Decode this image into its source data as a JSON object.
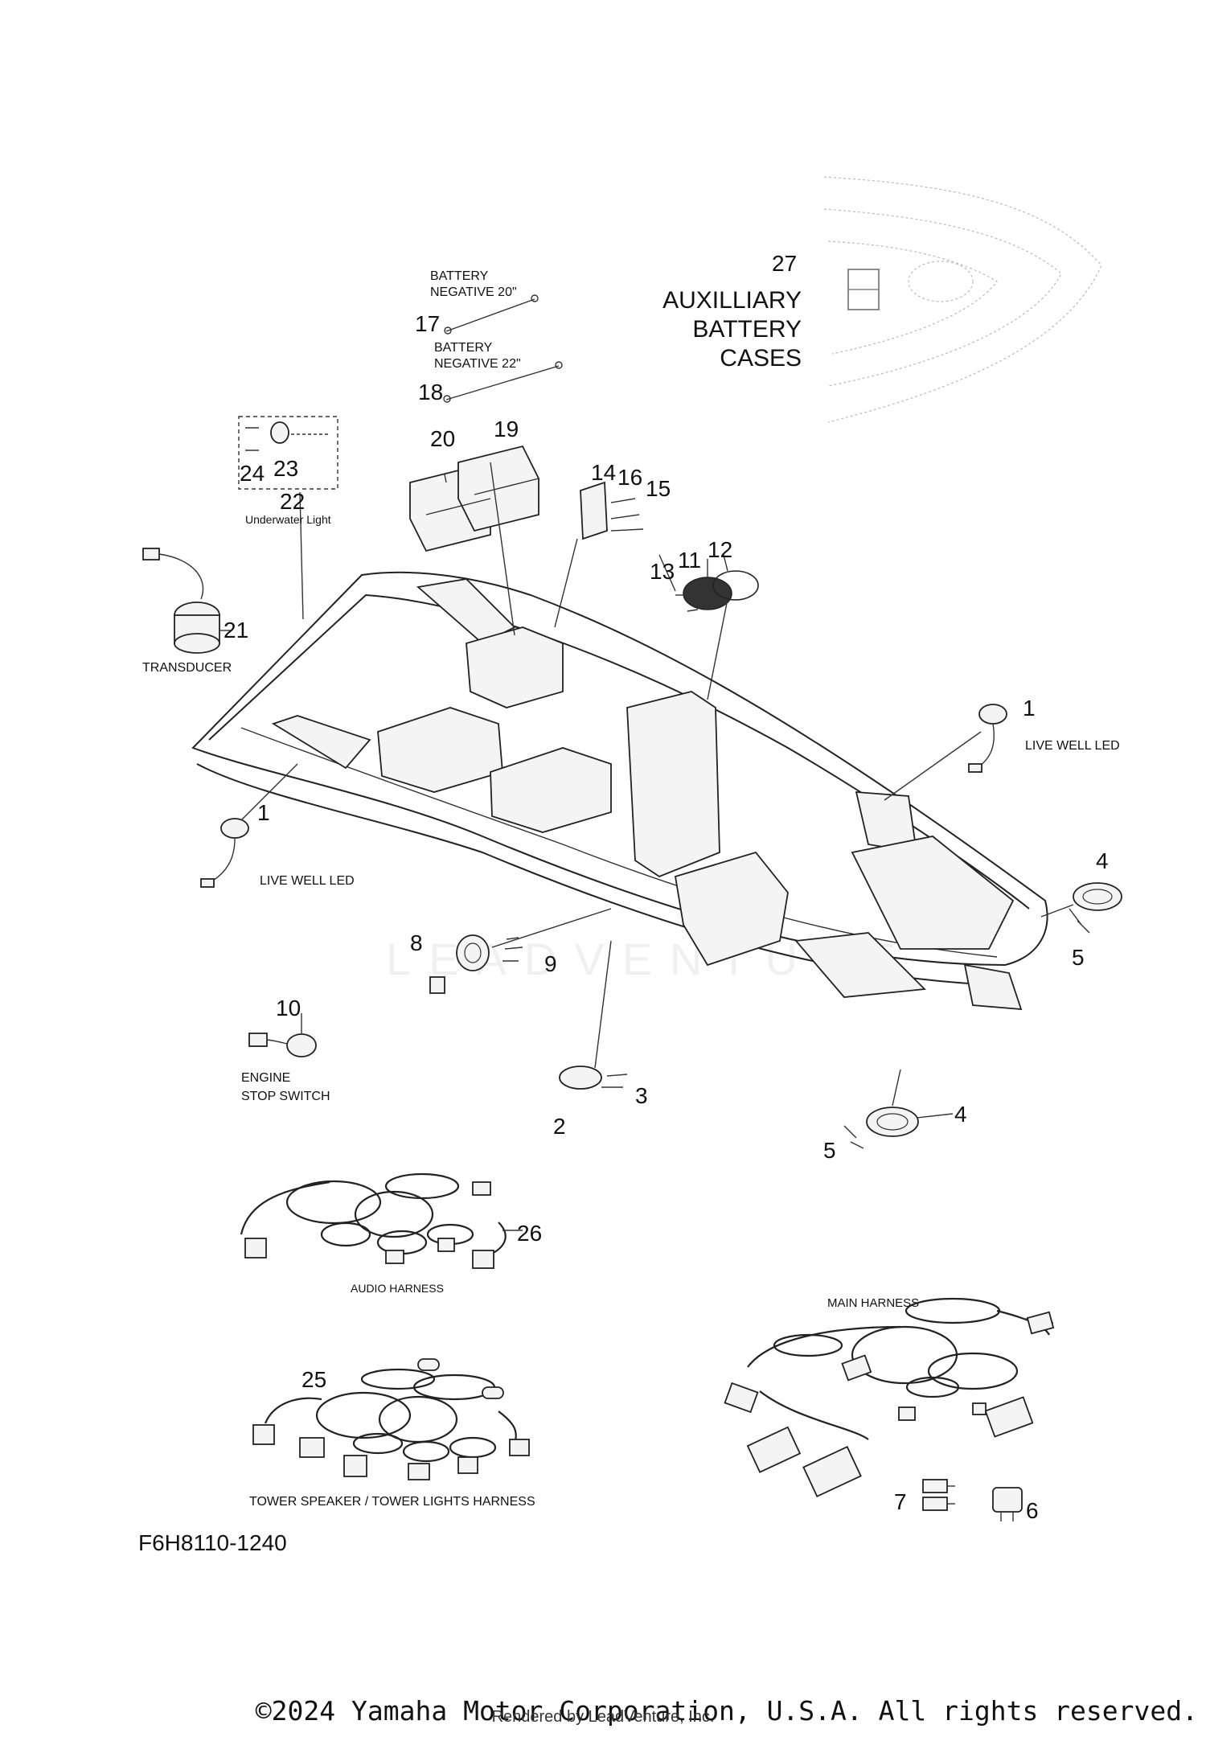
{
  "callouts": {
    "n1a": "1",
    "n1b": "1",
    "n2": "2",
    "n3": "3",
    "n4a": "4",
    "n4b": "4",
    "n5a": "5",
    "n5b": "5",
    "n6": "6",
    "n7": "7",
    "n8": "8",
    "n9": "9",
    "n10": "10",
    "n11": "11",
    "n12": "12",
    "n13": "13",
    "n14": "14",
    "n15": "15",
    "n16": "16",
    "n17": "17",
    "n18": "18",
    "n19": "19",
    "n20": "20",
    "n21": "21",
    "n22": "22",
    "n23": "23",
    "n24": "24",
    "n25": "25",
    "n26": "26",
    "n27": "27"
  },
  "labels": {
    "battery_neg_20_l1": "BATTERY",
    "battery_neg_20_l2": "NEGATIVE 20\"",
    "battery_neg_22_l1": "BATTERY",
    "battery_neg_22_l2": "NEGATIVE 22\"",
    "aux_l1": "AUXILLIARY",
    "aux_l2": "BATTERY",
    "aux_l3": "CASES",
    "underwater_light": "Underwater Light",
    "transducer": "TRANSDUCER",
    "live_well_led_right": "LIVE WELL LED",
    "live_well_led_left": "LIVE WELL LED",
    "engine_l1": "ENGINE",
    "engine_l2": "STOP SWITCH",
    "audio_harness": "AUDIO  HARNESS",
    "main_harness": "MAIN HARNESS",
    "tower_harness": "TOWER SPEAKER / TOWER LIGHTS HARNESS"
  },
  "diagram_code": "F6H8110-1240",
  "watermark": "LEADVENTURE",
  "footer": {
    "copyright": "©2024 Yamaha Motor Corporation, U.S.A. All rights reserved.",
    "rendered_by": "Rendered by LeadVenture, Inc."
  }
}
